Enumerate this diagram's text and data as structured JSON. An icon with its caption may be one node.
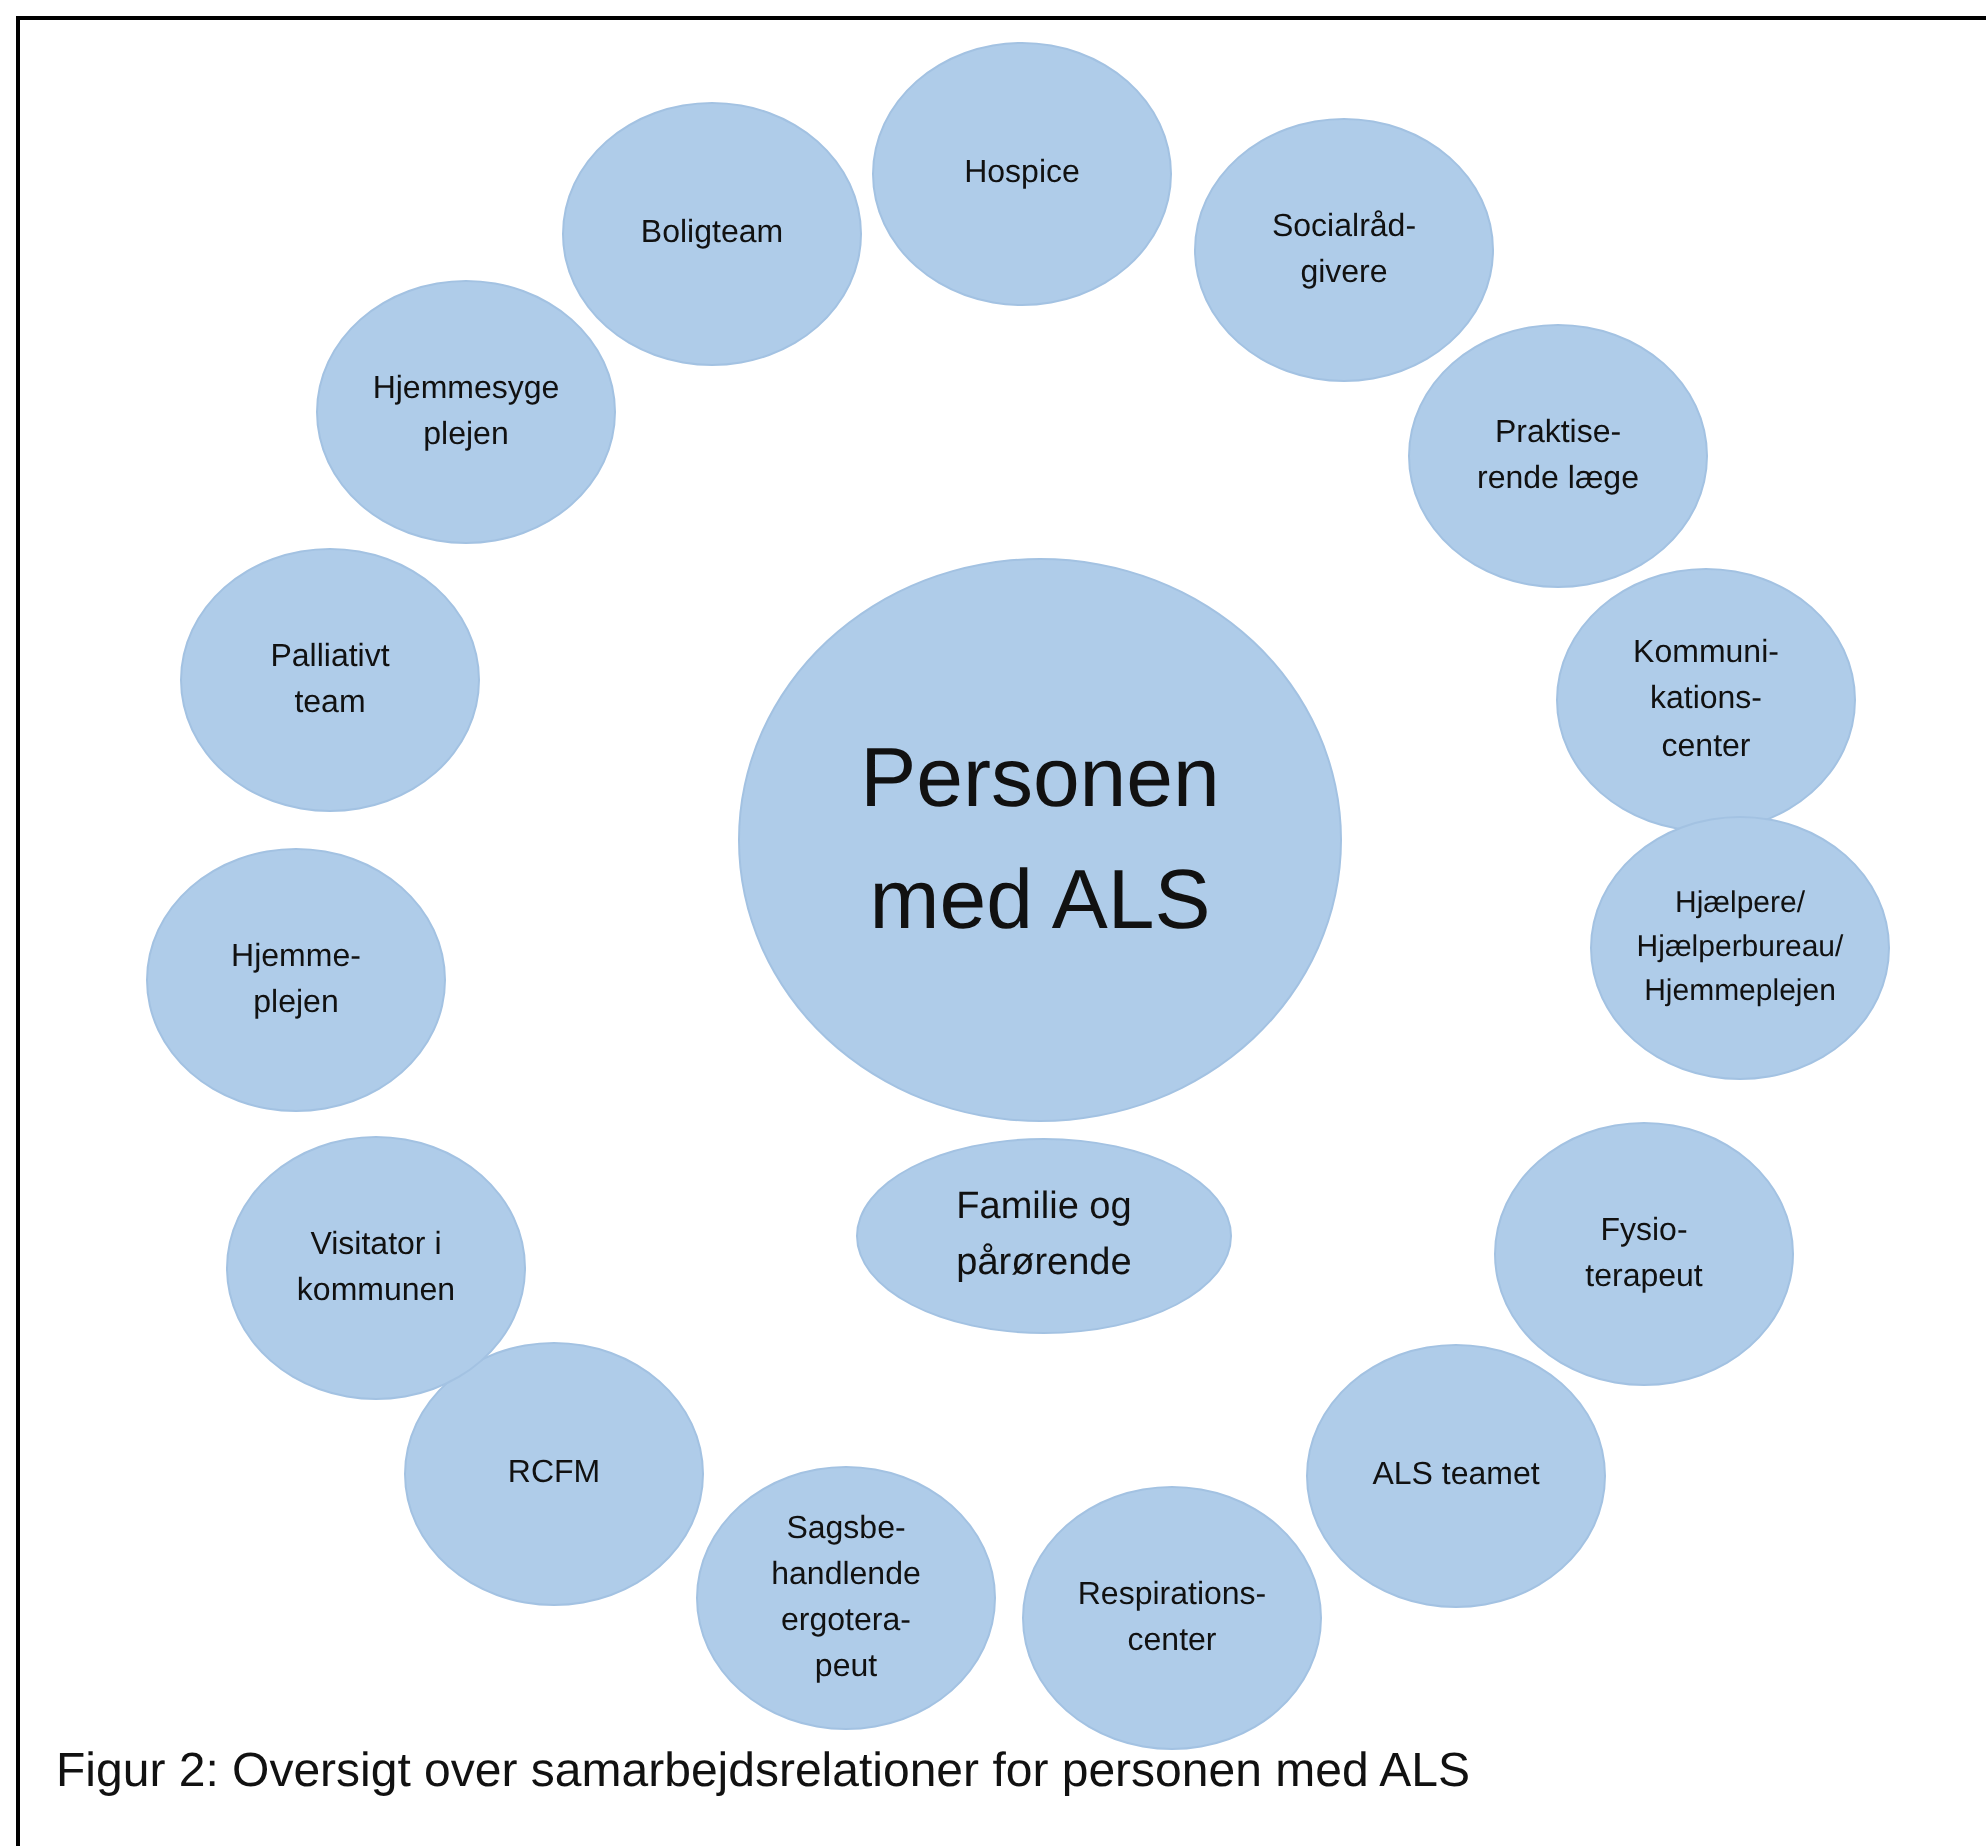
{
  "diagram": {
    "caption": "Figur 2: Oversigt over samarbejdsrelationer for personen med ALS",
    "nodes": [
      {
        "text": [
          "Personen med ALS"
        ]
      },
      {
        "text": [
          "Familie og pårørende"
        ]
      },
      {
        "text": [
          "Hospice"
        ]
      },
      {
        "text": [
          "Socialråd- givere"
        ]
      },
      {
        "text": [
          "Praktise- rende læge"
        ]
      },
      {
        "text": [
          "Kommuni- kations- center"
        ]
      },
      {
        "text": [
          "Hjælpere/ Hjælperbureau/ Hjemmeplejen"
        ]
      },
      {
        "text": [
          "Fysio- terapeut"
        ]
      },
      {
        "text": [
          "ALS teamet"
        ]
      },
      {
        "text": [
          "Respirations- center"
        ]
      },
      {
        "text": [
          "Sagsbe- handlende ergotera- peut"
        ]
      },
      {
        "text": [
          "RCFM"
        ]
      },
      {
        "text": [
          "Visitator i kommunen"
        ]
      },
      {
        "text": [
          "Hjemme- plejen"
        ]
      },
      {
        "text": [
          "Palliativt team"
        ]
      },
      {
        "text": [
          "Hjemmesyge plejen"
        ]
      },
      {
        "text": [
          "Boligteam"
        ]
      }
    ],
    "edges": []
  }
}
